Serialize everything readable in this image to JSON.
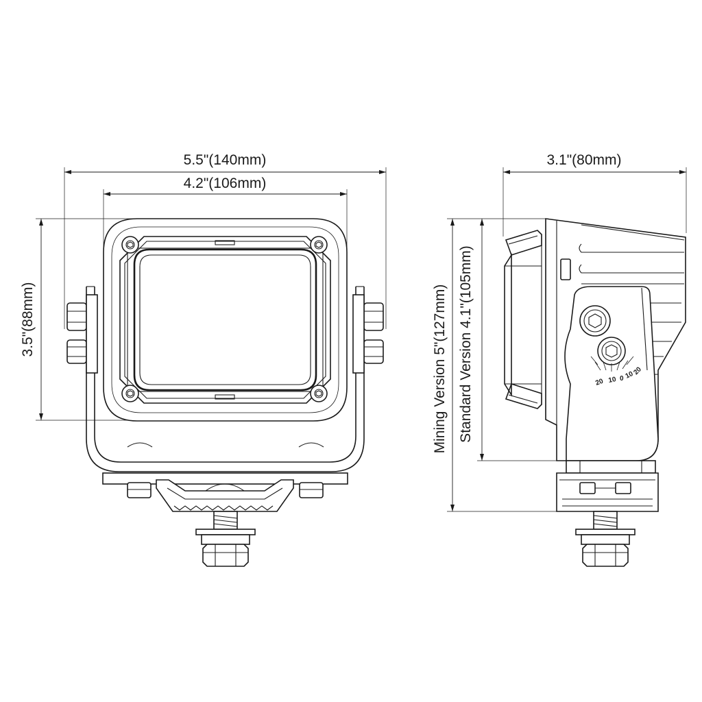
{
  "dimensions": {
    "overall_width": "5.5\"(140mm)",
    "housing_width": "4.2\"(106mm)",
    "housing_height": "3.5\"(88mm)",
    "side_depth": "3.1\"(80mm)",
    "mining_height": "Mining Version 5\"(127mm)",
    "standard_height": "Standard Version 4.1\"(105mm)"
  },
  "tilt_scale": [
    "20",
    "10",
    "0",
    "10",
    "20"
  ],
  "views": {
    "front": "front-view",
    "side": "side-view"
  }
}
